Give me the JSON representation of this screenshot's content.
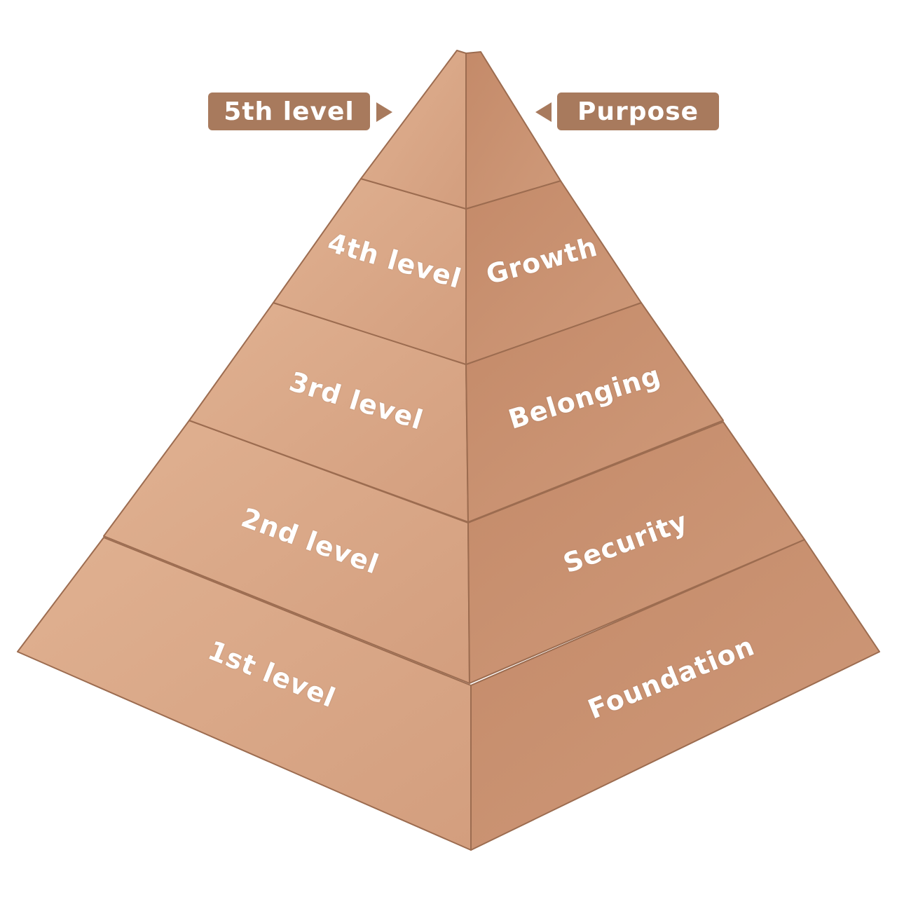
{
  "colors": {
    "tag_bg": "#a87a5d",
    "left_face": "#dba887",
    "right_face": "#c79070",
    "edge": "#8a5e44"
  },
  "top_tags": {
    "level": "5th level",
    "name": "Purpose"
  },
  "tiers": [
    {
      "level": "4th level",
      "name": "Growth"
    },
    {
      "level": "3rd level",
      "name": "Belonging"
    },
    {
      "level": "2nd level",
      "name": "Security"
    },
    {
      "level": "1st level",
      "name": "Foundation"
    }
  ]
}
